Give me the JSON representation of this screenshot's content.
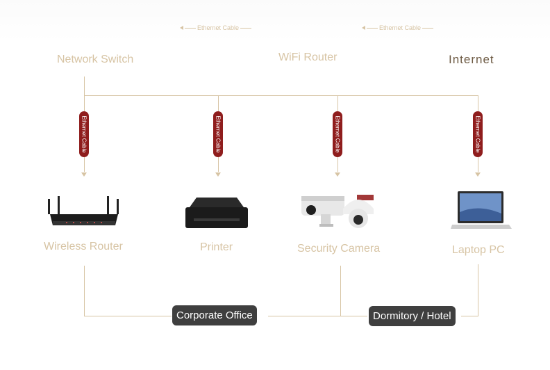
{
  "top_annotations": [
    {
      "text": "Ethernet Cable"
    },
    {
      "text": "Ethernet Cable"
    }
  ],
  "top_labels": {
    "network_switch": "Network Switch",
    "wifi_router": "WiFi Router",
    "internet": "Internet"
  },
  "cables": [
    {
      "text": "Ethernet Cable"
    },
    {
      "text": "Ethernet Cable"
    },
    {
      "text": "Ethernet Cable"
    },
    {
      "text": "Ethernet Cable"
    }
  ],
  "devices": [
    {
      "label": "Wireless Router",
      "icon": "wireless-router-icon"
    },
    {
      "label": "Printer",
      "icon": "printer-icon"
    },
    {
      "label": "Security Camera",
      "icon": "security-camera-icon"
    },
    {
      "label": "Laptop PC",
      "icon": "laptop-icon"
    }
  ],
  "locations": {
    "corporate": "Corporate Office",
    "dormitory": "Dormitory / Hotel"
  },
  "colors": {
    "label": "#d7c4a4",
    "cable_pill": "#8f1d1d",
    "location_box": "#3f3f3f",
    "internet_label": "#6d5a43"
  }
}
